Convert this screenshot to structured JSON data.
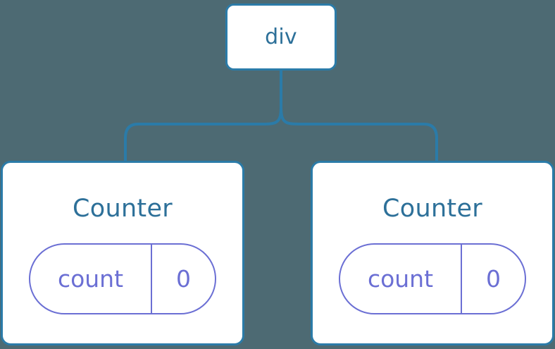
{
  "diagram": {
    "type": "component-tree",
    "background_color": "#4d6a73",
    "edge_color": "#2b7ba8",
    "node_border_color": "#2b7ba8",
    "node_fill_color": "#ffffff",
    "node_label_color": "#2d7099",
    "state_pill_color": "#6b6fd4",
    "root": {
      "label": "div"
    },
    "children": [
      {
        "title": "Counter",
        "state": {
          "key": "count",
          "value": "0"
        }
      },
      {
        "title": "Counter",
        "state": {
          "key": "count",
          "value": "0"
        }
      }
    ]
  }
}
